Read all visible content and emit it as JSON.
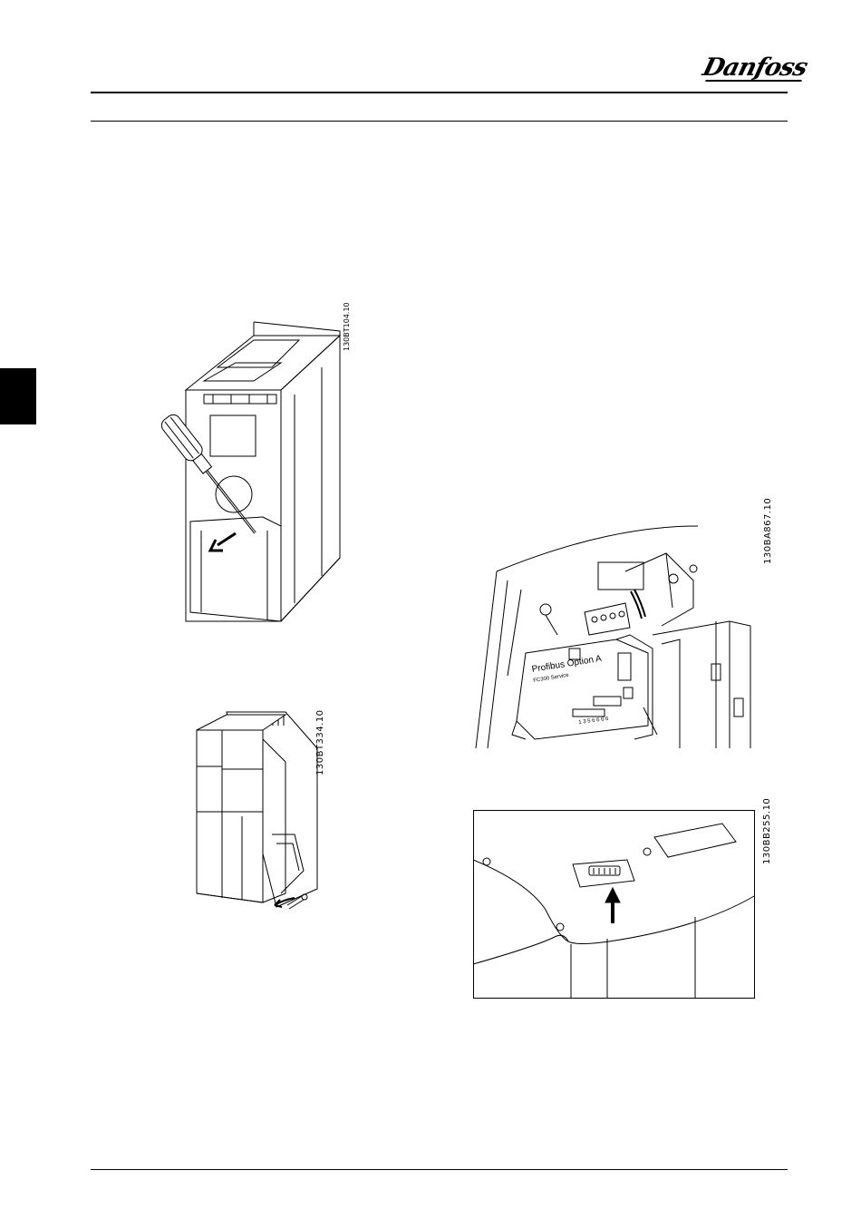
{
  "header": {
    "brand": "Danfoss"
  },
  "figures": [
    {
      "id": "fig1",
      "code": "130BT104.10"
    },
    {
      "id": "fig2",
      "code": "130BT334.10"
    },
    {
      "id": "fig3",
      "code": "130BA867.10",
      "labels": {
        "option": "Profibus Option A",
        "service": "FC300 Service",
        "numbers": "1 3 5 6 6 6 6"
      }
    },
    {
      "id": "fig4",
      "code": "130BB255.10"
    }
  ]
}
